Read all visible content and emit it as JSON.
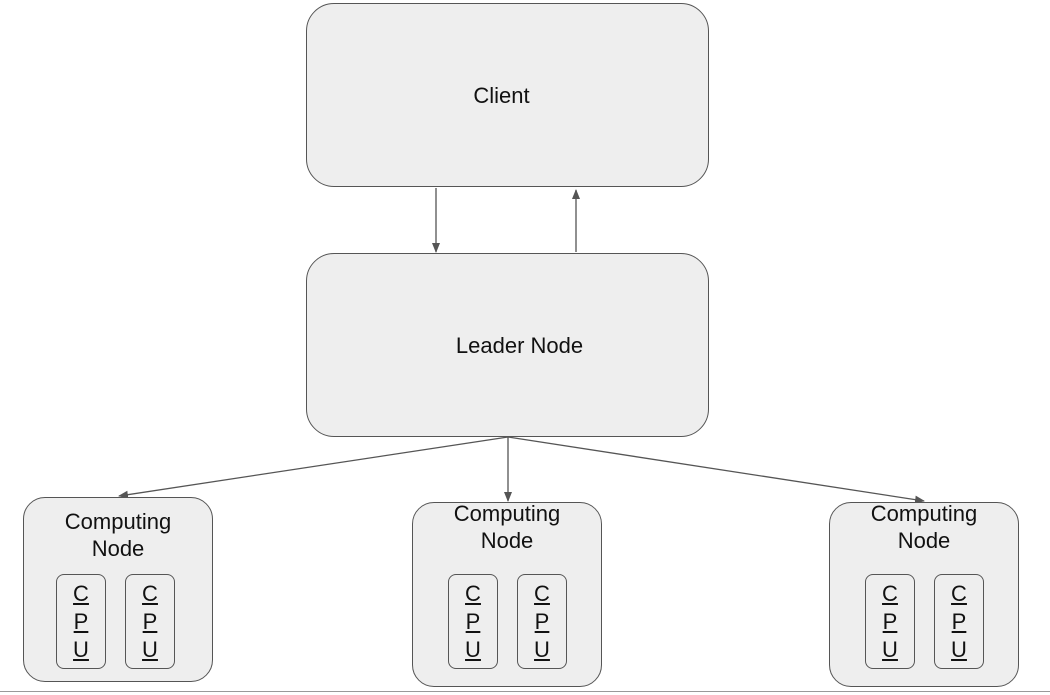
{
  "diagram": {
    "client_label": "Client",
    "leader_label": "Leader Node",
    "computing_nodes": [
      {
        "title_line1": "Computing",
        "title_line2": "Node",
        "cpus": [
          [
            "C",
            "P",
            "U"
          ],
          [
            "C",
            "P",
            "U"
          ]
        ]
      },
      {
        "title_line1": "Computing",
        "title_line2": "Node",
        "cpus": [
          [
            "C",
            "P",
            "U"
          ],
          [
            "C",
            "P",
            "U"
          ]
        ]
      },
      {
        "title_line1": "Computing",
        "title_line2": "Node",
        "cpus": [
          [
            "C",
            "P",
            "U"
          ],
          [
            "C",
            "P",
            "U"
          ]
        ]
      }
    ]
  },
  "colors": {
    "box_fill": "#eeeeee",
    "box_stroke": "#555555",
    "arrow": "#555555"
  }
}
